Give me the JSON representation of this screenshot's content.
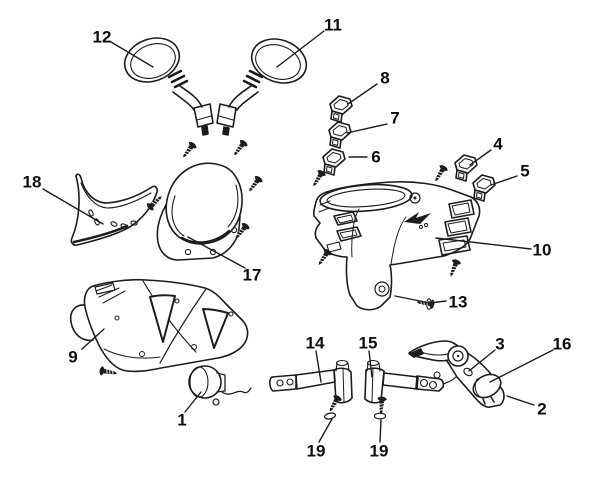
{
  "figure": {
    "kind": "exploded-parts-diagram",
    "background_color": "#ffffff",
    "line_color": "#1c1c1c",
    "label_color": "#0d0d0d",
    "callouts": {
      "c1": "1",
      "c2": "2",
      "c3": "3",
      "c4": "4",
      "c5": "5",
      "c6": "6",
      "c7": "7",
      "c8": "8",
      "c9": "9",
      "c10": "10",
      "c11": "11",
      "c12": "12",
      "c13": "13",
      "c14": "14",
      "c15": "15",
      "c16": "16",
      "c17": "17",
      "c18": "18",
      "c19": "19"
    }
  }
}
